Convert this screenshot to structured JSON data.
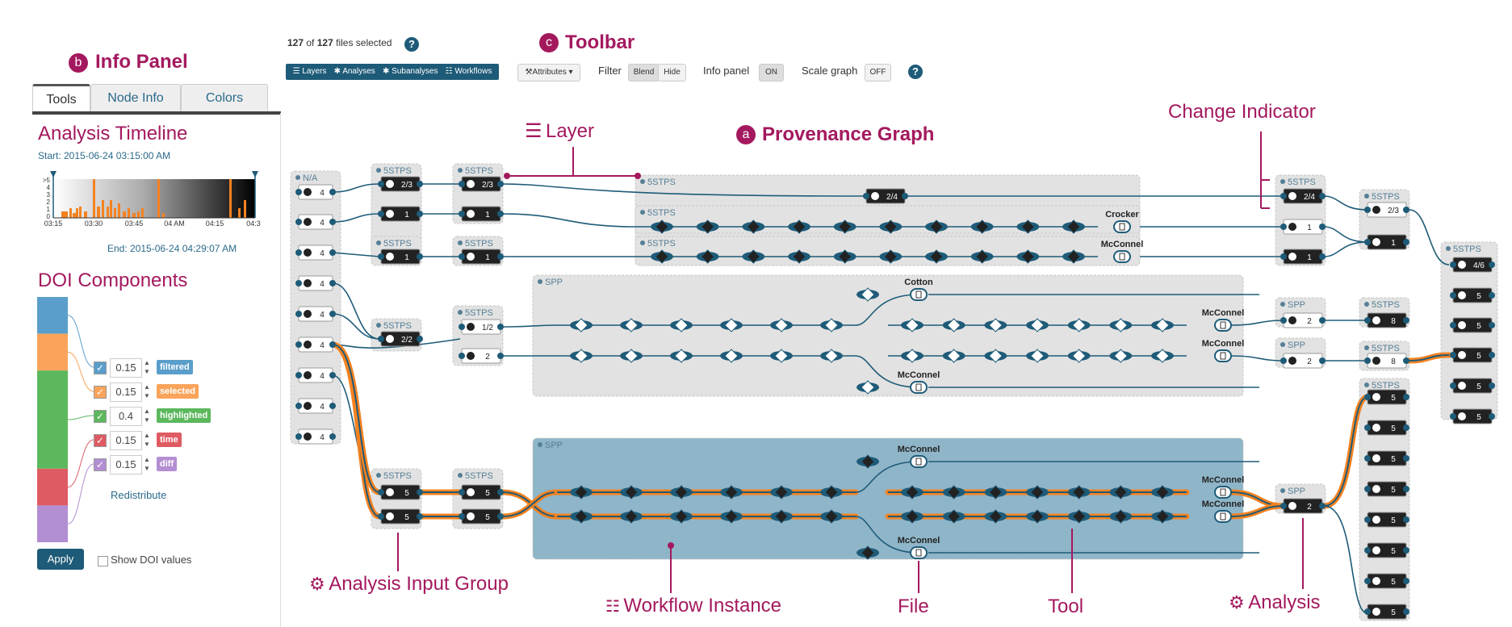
{
  "toolbar": {
    "files_selected": "127",
    "files_total": "127",
    "files_text": "files selected",
    "of_text": "of",
    "view_buttons": [
      "Layers",
      "Analyses",
      "Subanalyses",
      "Workflows"
    ],
    "attributes_label": "Attributes",
    "filter_label": "Filter",
    "filter_blend": "Blend",
    "filter_hide": "Hide",
    "info_panel_label": "Info panel",
    "info_panel_state": "ON",
    "scale_graph_label": "Scale graph",
    "scale_graph_state": "OFF",
    "help_glyph": "?"
  },
  "annotations": {
    "info_panel": {
      "letter": "b",
      "text": "Info Panel"
    },
    "toolbar": {
      "letter": "c",
      "text": "Toolbar"
    },
    "provenance": {
      "letter": "a",
      "text": "Provenance Graph"
    },
    "layer": "Layer",
    "change_indicator": "Change Indicator",
    "analysis_input_group": "Analysis Input Group",
    "workflow_instance": "Workflow Instance",
    "file": "File",
    "tool": "Tool",
    "analysis": "Analysis"
  },
  "info_panel": {
    "tabs": [
      "Tools",
      "Node Info",
      "Colors"
    ],
    "active_tab": "Tools",
    "timeline_title": "Analysis Timeline",
    "start": "Start: 2015-06-24 03:15:00 AM",
    "end": "End: 2015-06-24 04:29:07 AM",
    "ticks": [
      "03:15",
      "03:30",
      "03:45",
      "04 AM",
      "04:15",
      "04:3"
    ],
    "y_ticks": [
      ">5",
      "4",
      "3",
      "2",
      "1",
      "0"
    ],
    "doi_title": "DOI Components",
    "doi": [
      {
        "value": "0.15",
        "name": "filtered",
        "color": "#5a9ecb",
        "share": 0.15
      },
      {
        "value": "0.15",
        "name": "selected",
        "color": "#f9a45a",
        "share": 0.15
      },
      {
        "value": "0.4",
        "name": "highlighted",
        "color": "#5cb85c",
        "share": 0.4
      },
      {
        "value": "0.15",
        "name": "time",
        "color": "#de5b63",
        "share": 0.15
      },
      {
        "value": "0.15",
        "name": "diff",
        "color": "#b38ed2",
        "share": 0.15
      }
    ],
    "redistribute": "Redistribute",
    "apply": "Apply",
    "show_doi": "Show DOI values"
  },
  "graph": {
    "label_na": "N/A",
    "label_5stps": "5STPS",
    "label_spp": "SPP",
    "file_labels": {
      "crocker": "Crocker",
      "mcconnel": "McConnel",
      "cotton": "Cotton"
    },
    "counts": {
      "input": "4",
      "two_three": "2/3",
      "one": "1",
      "two_two": "2/2",
      "one_two": "1/2",
      "two": "2",
      "two_four": "2/4",
      "five": "5",
      "eight": "8",
      "four_six": "4/6"
    },
    "colors": {
      "edge": "#1e5b78",
      "highlight": "#f58220",
      "group": "#e2e2e2",
      "workflow_bg": "#8fb5c8",
      "node_dark": "#222222",
      "accent": "#a4195e"
    }
  }
}
